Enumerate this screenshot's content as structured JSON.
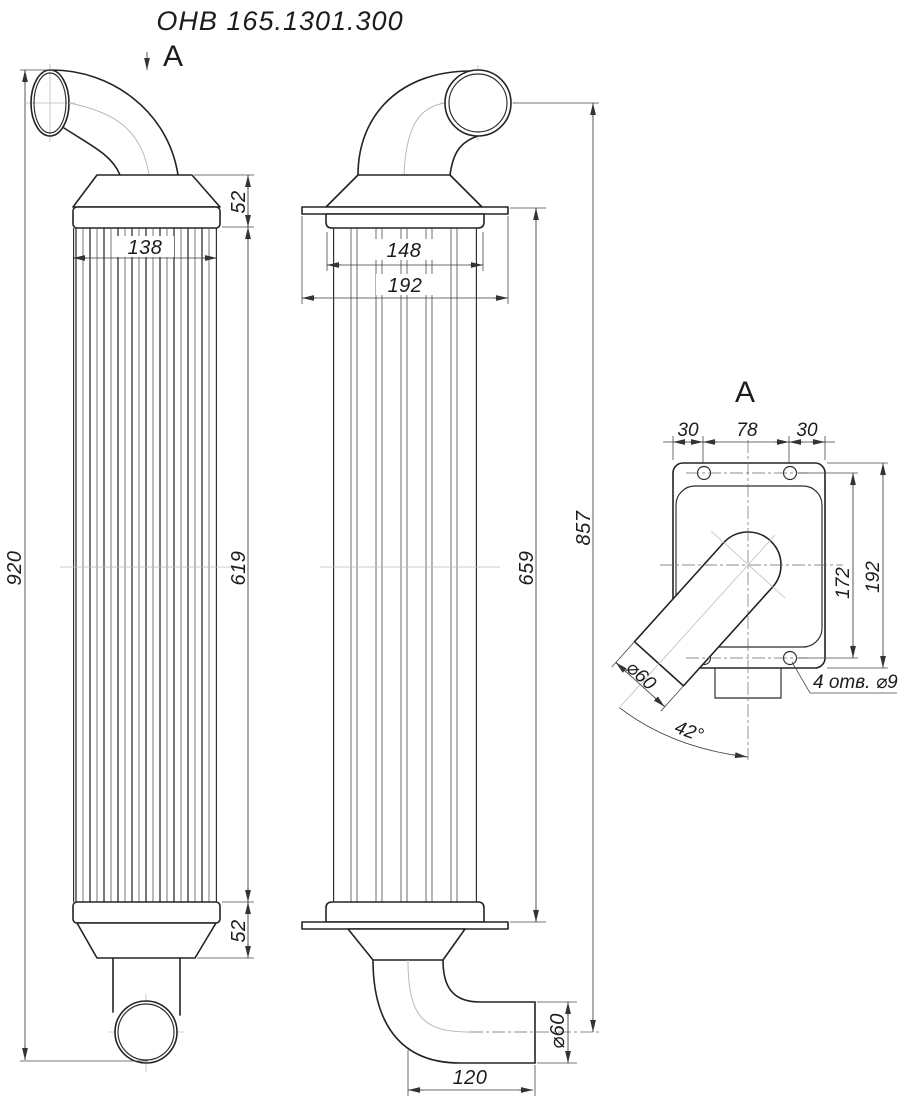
{
  "title": "ОНВ 165.1301.300",
  "view_arrow_label": "А",
  "front_view": {
    "dim_920": "920",
    "dim_619": "619",
    "dim_52_top": "52",
    "dim_52_bottom": "52",
    "dim_138": "138"
  },
  "side_view": {
    "dim_148": "148",
    "dim_192": "192",
    "dim_659": "659",
    "dim_857": "857",
    "dim_120": "120",
    "dim_d60": "⌀60"
  },
  "detail_view": {
    "label": "А",
    "dim_30_left": "30",
    "dim_78": "78",
    "dim_30_right": "30",
    "dim_172": "172",
    "dim_192": "192",
    "dim_d60": "⌀60",
    "dim_angle": "42°",
    "holes_note": "4 отв. ⌀9"
  },
  "colors": {
    "line": "#232323",
    "thin_line": "#4a4a4a",
    "faint_line": "#b8b8b8",
    "background": "#ffffff"
  }
}
